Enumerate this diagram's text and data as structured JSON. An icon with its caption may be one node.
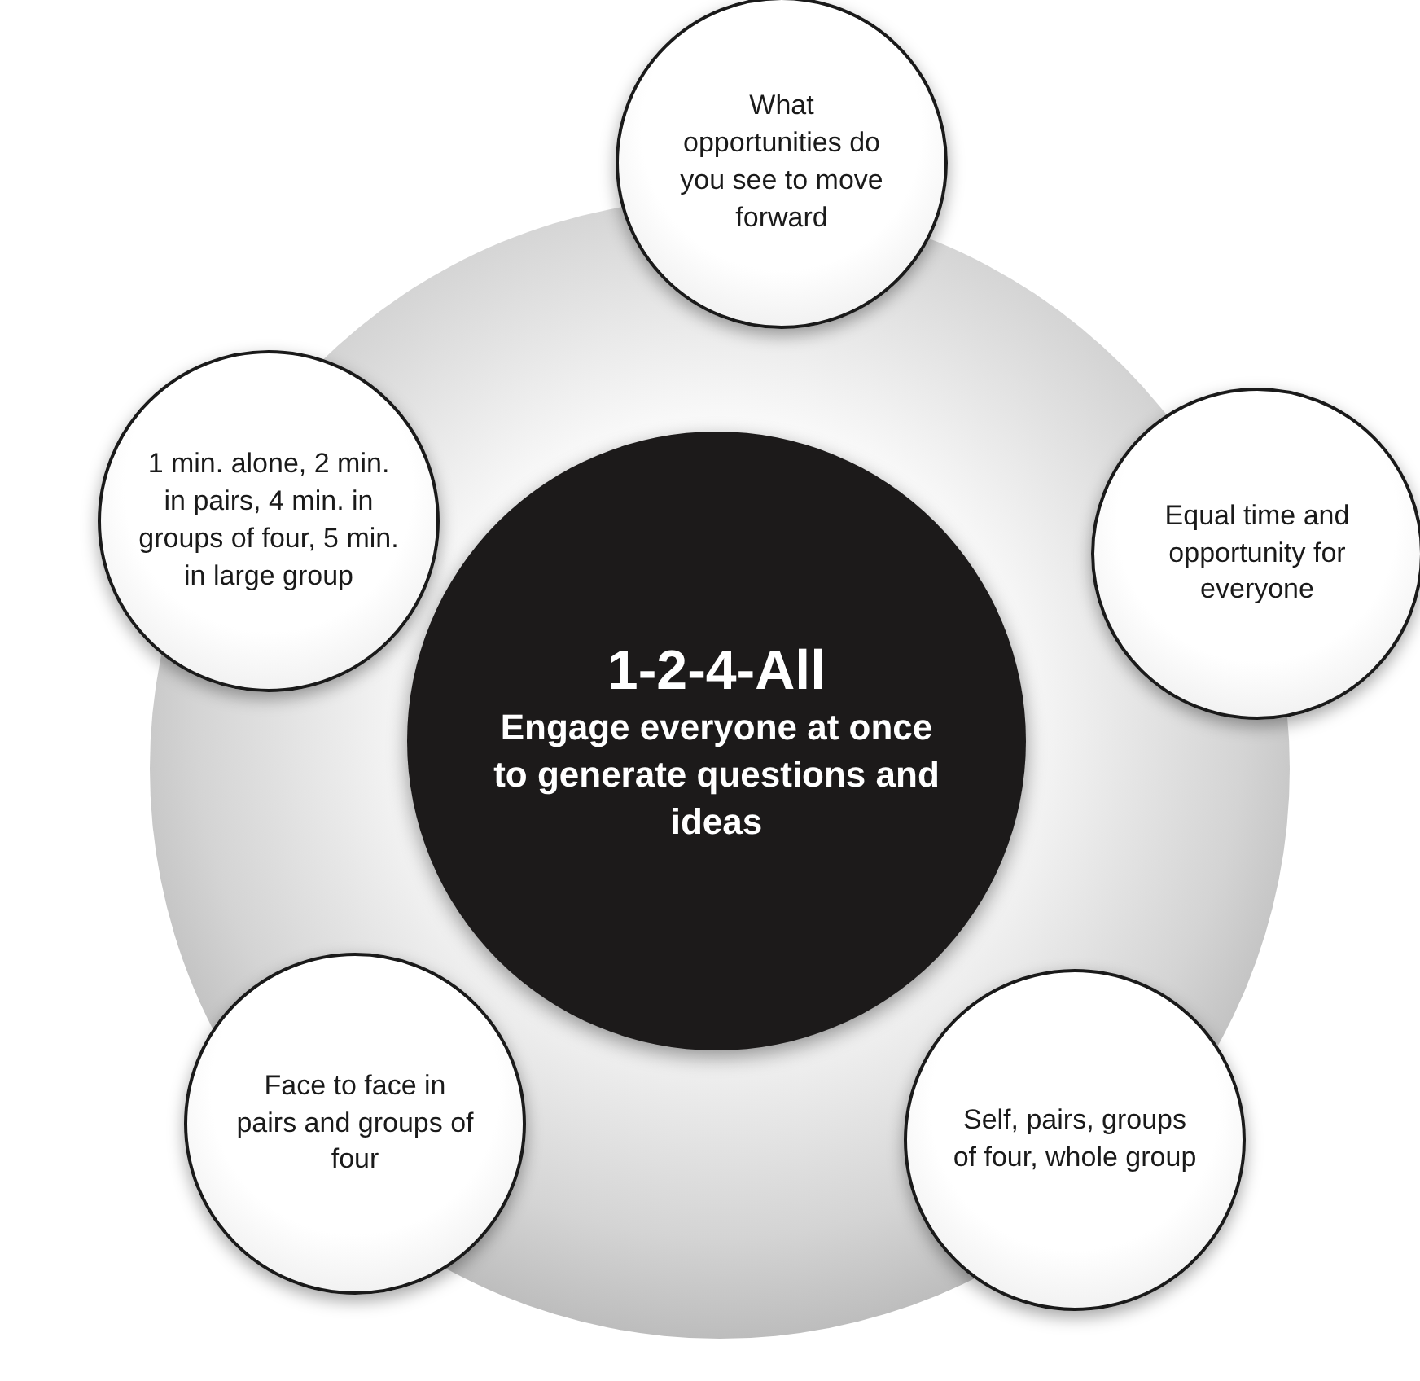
{
  "diagram": {
    "nodes": [
      {
        "text": [
          "What opportunities do you see to move forward"
        ]
      },
      {
        "text": [
          "1 min. alone, 2 min. in pairs, 4 min. in groups of four, 5 min. in large group"
        ]
      },
      {
        "text": [
          "1-2-4-All",
          "Engage everyone at once to generate questions and ideas"
        ]
      },
      {
        "text": [
          "Equal time and opportunity for everyone"
        ]
      },
      {
        "text": [
          "Face to face in pairs and groups of four"
        ]
      },
      {
        "text": [
          "Self, pairs, groups of four, whole group"
        ]
      }
    ]
  }
}
